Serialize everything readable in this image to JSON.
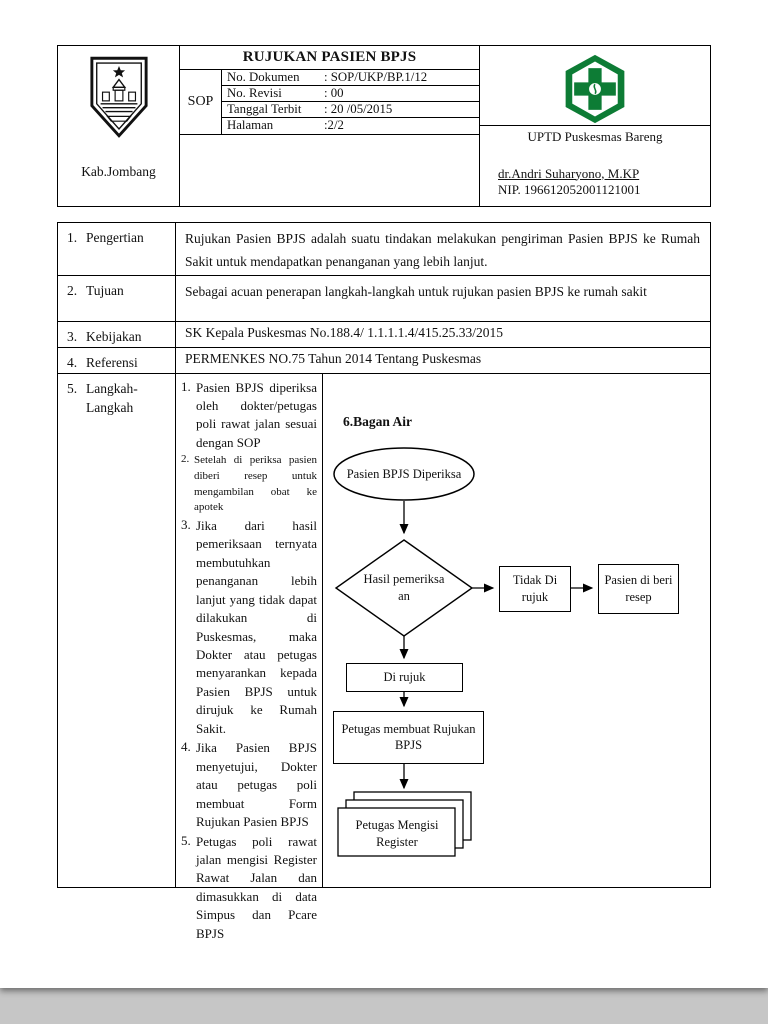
{
  "header": {
    "title": "RUJUKAN PASIEN BPJS",
    "sop_label": "SOP",
    "doc_fields": [
      {
        "label": "No. Dokumen",
        "value": ": SOP/UKP/BP.1/12"
      },
      {
        "label": "No. Revisi",
        "value": ": 00"
      },
      {
        "label": "Tanggal Terbit",
        "value": ": 20 /05/2015"
      },
      {
        "label": "Halaman",
        "value": ":2/2"
      }
    ],
    "region": "Kab.Jombang",
    "org_name": "UPTD Puskesmas Bareng",
    "signer": {
      "name": "dr.Andri Suharyono, M.KP",
      "nip": "NIP. 196612052001121001"
    },
    "crest_icon": "jombang-regency-crest",
    "org_icon": "puskesmas-green-cross-logo",
    "logo_green": "#0d7c35"
  },
  "table": {
    "rows": [
      {
        "no": "1.",
        "label": "Pengertian",
        "content": "Rujukan Pasien BPJS adalah suatu tindakan melakukan pengiriman Pasien BPJS ke Rumah Sakit untuk mendapatkan penanganan yang lebih lanjut."
      },
      {
        "no": "2.",
        "label": "Tujuan",
        "content": "Sebagai acuan penerapan langkah-langkah untuk rujukan pasien BPJS ke rumah sakit"
      },
      {
        "no": "3.",
        "label": "Kebijakan",
        "content": "SK Kepala Puskesmas No.188.4/ 1.1.1.1.4/415.25.33/2015"
      },
      {
        "no": "4.",
        "label": "Referensi",
        "content": "PERMENKES NO.75 Tahun 2014 Tentang Puskesmas"
      }
    ],
    "steps_row": {
      "no": "5.",
      "label": "Langkah-Langkah",
      "steps": [
        {
          "num": "1.",
          "text": "Pasien BPJS diperiksa oleh dokter/petugas poli rawat jalan sesuai dengan SOP"
        },
        {
          "num": "2.",
          "text": "Setelah di periksa pasien diberi resep untuk mengambilan obat ke apotek"
        },
        {
          "num": "3.",
          "text": "Jika dari hasil pemeriksaan ternyata membutuhkan penanganan lebih lanjut yang tidak dapat dilakukan di Puskesmas, maka Dokter atau petugas menyarankan kepada Pasien BPJS untuk dirujuk ke Rumah Sakit."
        },
        {
          "num": "4.",
          "text": "Jika Pasien BPJS menyetujui, Dokter atau petugas poli membuat Form Rujukan Pasien BPJS"
        },
        {
          "num": "5.",
          "text": "Petugas poli rawat jalan mengisi Register Rawat Jalan dan dimasukkan di data Simpus dan Pcare BPJS"
        }
      ]
    }
  },
  "flowchart": {
    "title": "6.Bagan Air",
    "nodes": {
      "start": "Pasien BPJS Diperiksa",
      "decision": "Hasil pemeriksa an",
      "not_referred": "Tidak Di rujuk",
      "prescription": "Pasien di beri resep",
      "referred": "Di rujuk",
      "make_referral": "Petugas membuat Rujukan BPJS",
      "fill_register": "Petugas Mengisi Register"
    }
  }
}
